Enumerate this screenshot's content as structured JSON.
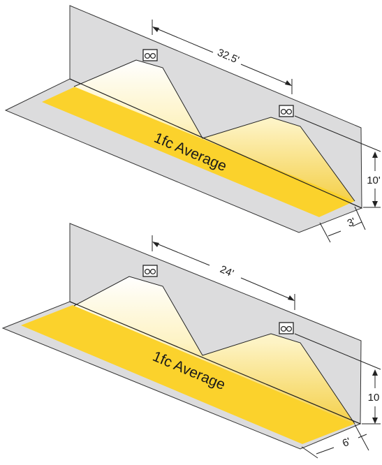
{
  "colors": {
    "wall": "#dcdcdd",
    "floor": "#dcdcdd",
    "illuminated": "#fbd22c",
    "light_glow": "#fff6c8",
    "line": "#222222"
  },
  "diagrams": [
    {
      "spacing_label": "32.5'",
      "height_label": "10'",
      "setback_label": "3'",
      "area_label": "1fc Average"
    },
    {
      "spacing_label": "24'",
      "height_label": "10",
      "setback_label": "6'",
      "area_label": "1fc Average"
    }
  ]
}
